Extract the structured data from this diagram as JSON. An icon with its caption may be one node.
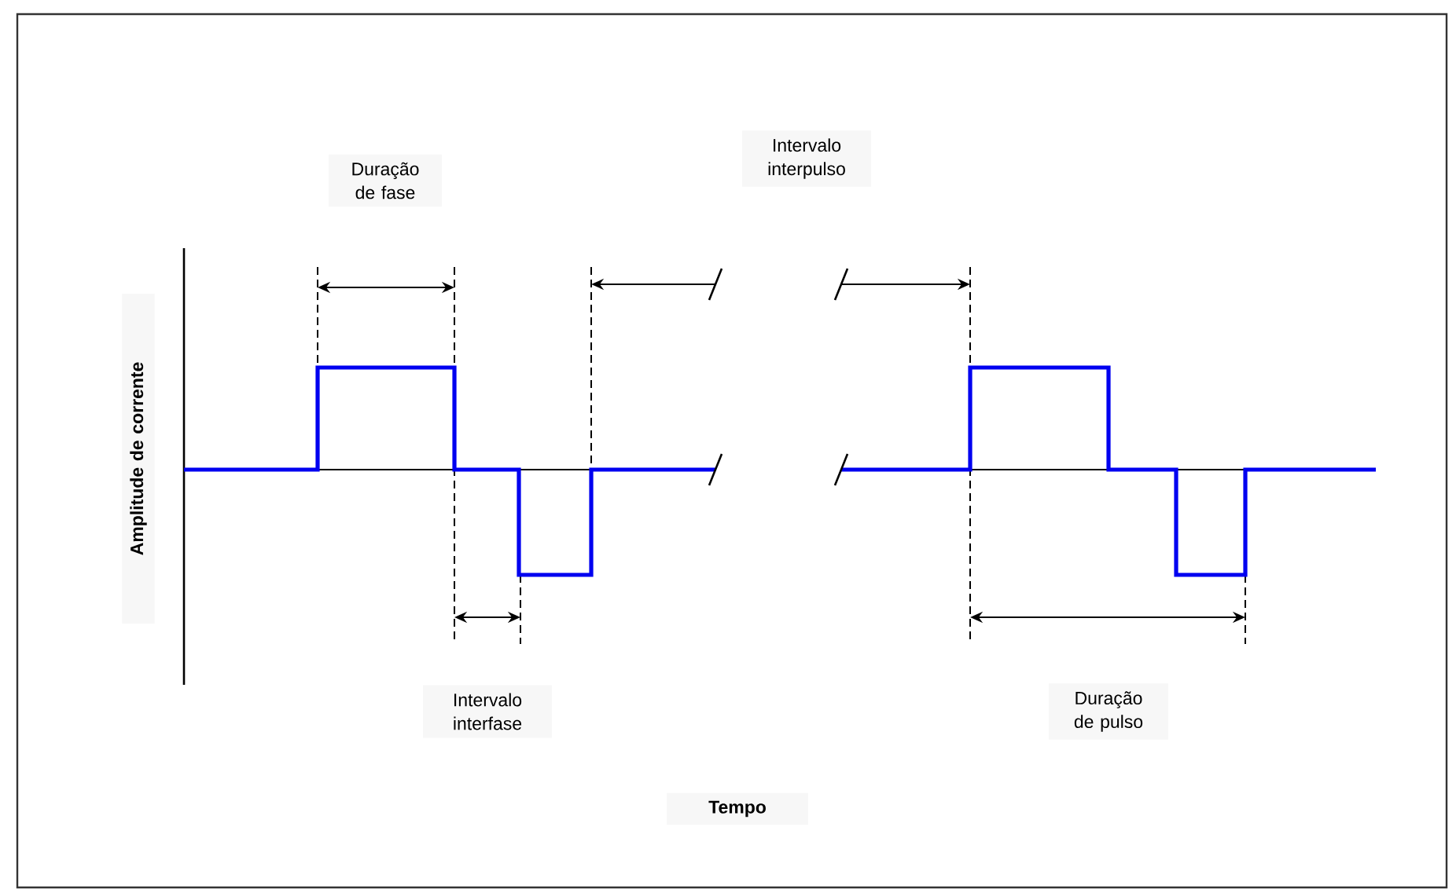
{
  "diagram": {
    "labels": [
      "Duração de fase",
      "Intervalo interpulso",
      "Amplitude de corrente",
      "Intervalo interfase",
      "Duração de pulso",
      "Tempo"
    ]
  }
}
